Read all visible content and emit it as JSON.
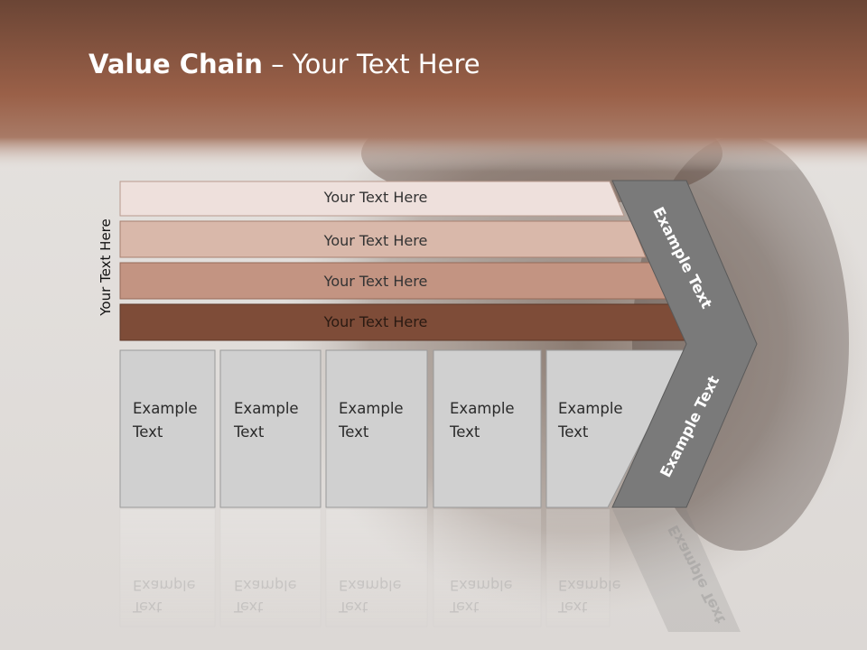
{
  "slide": {
    "title_bold": "Value Chain",
    "title_rest": " – Your Text Here",
    "side_label": "Your Text Here"
  },
  "bars": [
    {
      "label": "Your Text Here",
      "fill": "#eee0dc"
    },
    {
      "label": "Your Text Here",
      "fill": "#d9b8aa"
    },
    {
      "label": "Your Text Here",
      "fill": "#c39482"
    },
    {
      "label": "Your Text Here",
      "fill": "#7e4c38"
    }
  ],
  "boxes": [
    {
      "line1": "Example",
      "line2": "Text"
    },
    {
      "line1": "Example",
      "line2": "Text"
    },
    {
      "line1": "Example",
      "line2": "Text"
    },
    {
      "line1": "Example",
      "line2": "Text"
    },
    {
      "line1": "Example",
      "line2": "Text"
    }
  ],
  "chevron": {
    "upper_label": "Example Text",
    "lower_label": "Example Text",
    "fill": "#7a7a7a"
  },
  "colors": {
    "header": "#8b5540",
    "box_fill": "#d0d0d0",
    "box_stroke": "#9a9a9a"
  }
}
